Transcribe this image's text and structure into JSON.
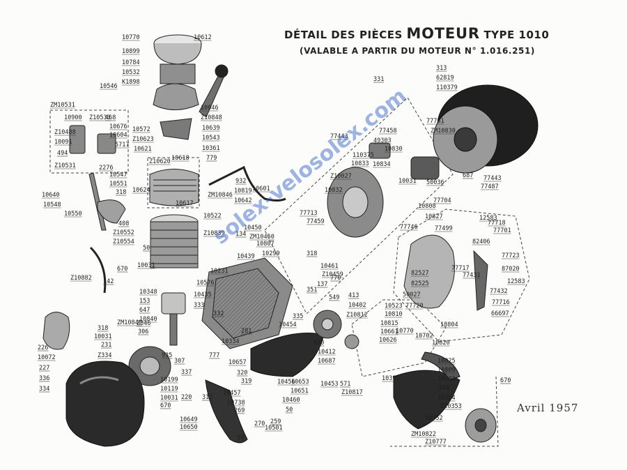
{
  "header": {
    "title_prefix": "DÉTAIL DES PIÈCES",
    "title_main": "MOTEUR",
    "title_type": "TYPE 1010",
    "subtitle": "(VALABLE A PARTIR DU MOTEUR N° 1.016.251)"
  },
  "date": "Avril 1957",
  "watermark": "solex-velosolex.com",
  "part_numbers": [
    "10770",
    "10612",
    "10899",
    "10784",
    "10532",
    "K1898",
    "10546",
    "ZM10531",
    "10900",
    "Z10533",
    "468",
    "10676",
    "10604",
    "Z10488",
    "10091",
    "5717",
    "494",
    "Z10531",
    "2276",
    "10547",
    "10551",
    "318",
    "10640",
    "10548",
    "10550",
    "10046",
    "Z10848",
    "10572",
    "Z10623",
    "10639",
    "10543",
    "10621",
    "10361",
    "Z10620",
    "10618",
    "779",
    "10624",
    "10617",
    "ZM10846",
    "932",
    "10819",
    "10601",
    "10642",
    "408",
    "Z10552",
    "Z10554",
    "10522",
    "Z10839",
    "134",
    "50",
    "10031",
    "670",
    "Z10882",
    "142",
    "10348",
    "153",
    "647",
    "10840",
    "Z346",
    "306",
    "ZM10840",
    "318",
    "10031",
    "231",
    "226",
    "10072",
    "227",
    "336",
    "334",
    "Z334",
    "10231",
    "10439",
    "10576",
    "10435",
    "333",
    "332",
    "10334",
    "777",
    "935",
    "307",
    "337",
    "10199",
    "10119",
    "220",
    "312",
    "10031",
    "670",
    "10649",
    "10650",
    "10450",
    "ZM10450",
    "10807",
    "10299",
    "318",
    "10461",
    "770",
    "137",
    "351",
    "Z10459",
    "413",
    "549",
    "10402",
    "Z10812",
    "335",
    "10454",
    "281",
    "670",
    "10412",
    "10687",
    "10657",
    "320",
    "319",
    "10456",
    "10457",
    "10738",
    "269",
    "10653",
    "10651",
    "10460",
    "50",
    "270",
    "259",
    "10501",
    "50",
    "10453",
    "571",
    "Z10817",
    "10391",
    "10523",
    "10810",
    "10815",
    "10661",
    "10626",
    "10770",
    "10702",
    "10820",
    "10825",
    "10809",
    "10703",
    "764",
    "10354",
    "Z10353",
    "10352",
    "ZM10822",
    "Z10777",
    "670",
    "331",
    "313",
    "62819",
    "110379",
    "77781",
    "ZM10830",
    "77458",
    "77443",
    "49303",
    "10830",
    "110375",
    "10833",
    "10834",
    "Z10027",
    "10832",
    "10031",
    "687",
    "77487",
    "77443",
    "50036",
    "77704",
    "10808",
    "10827",
    "77713",
    "77459",
    "77746",
    "77499",
    "12583",
    "77718",
    "77701",
    "82406",
    "77723",
    "87020",
    "77717",
    "77431",
    "12583",
    "82527",
    "82525",
    "77432",
    "77716",
    "66697",
    "50027",
    "77720",
    "18804"
  ]
}
